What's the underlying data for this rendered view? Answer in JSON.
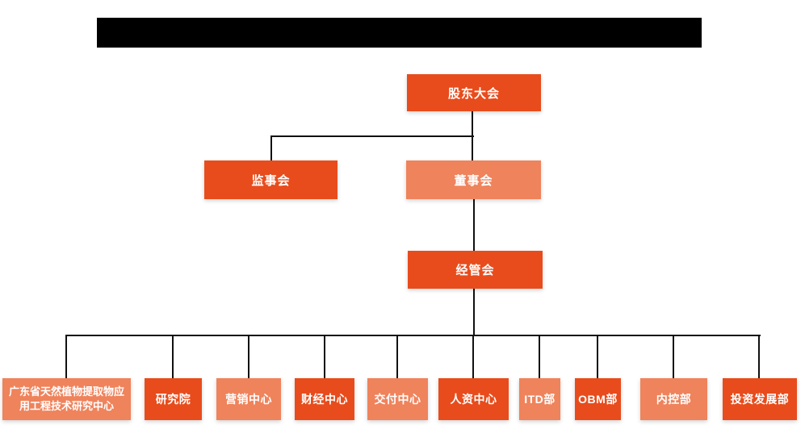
{
  "colors": {
    "primary": "#e84c1c",
    "secondary": "#ef835c",
    "connector": "#111111",
    "node_text": "#ffffff",
    "redacted_bar": "#000000"
  },
  "org": {
    "nodes": [
      {
        "id": "shareholders-meeting",
        "label": "股东大会",
        "level": 1,
        "variant": "primary",
        "parent": null
      },
      {
        "id": "supervisory-board",
        "label": "监事会",
        "level": 2,
        "variant": "primary",
        "parent": "shareholders-meeting"
      },
      {
        "id": "board-of-directors",
        "label": "董事会",
        "level": 2,
        "variant": "secondary",
        "parent": "shareholders-meeting"
      },
      {
        "id": "management-committee",
        "label": "经管会",
        "level": 3,
        "variant": "primary",
        "parent": "board-of-directors"
      },
      {
        "id": "gd-plant-extract-center",
        "label": "广东省天然植物提取物应用工程技术研究中心",
        "level": 4,
        "variant": "secondary",
        "parent": "management-committee"
      },
      {
        "id": "research-institute",
        "label": "研究院",
        "level": 4,
        "variant": "primary",
        "parent": "management-committee"
      },
      {
        "id": "marketing-center",
        "label": "营销中心",
        "level": 4,
        "variant": "secondary",
        "parent": "management-committee"
      },
      {
        "id": "finance-center",
        "label": "财经中心",
        "level": 4,
        "variant": "primary",
        "parent": "management-committee"
      },
      {
        "id": "delivery-center",
        "label": "交付中心",
        "level": 4,
        "variant": "secondary",
        "parent": "management-committee"
      },
      {
        "id": "hr-center",
        "label": "人资中心",
        "level": 4,
        "variant": "primary",
        "parent": "management-committee"
      },
      {
        "id": "itd-dept",
        "label": "ITD部",
        "level": 4,
        "variant": "secondary",
        "parent": "management-committee"
      },
      {
        "id": "obm-dept",
        "label": "OBM部",
        "level": 4,
        "variant": "primary",
        "parent": "management-committee"
      },
      {
        "id": "internal-control-dept",
        "label": "内控部",
        "level": 4,
        "variant": "secondary",
        "parent": "management-committee"
      },
      {
        "id": "investment-dev-dept",
        "label": "投资发展部",
        "level": 4,
        "variant": "primary",
        "parent": "management-committee"
      }
    ]
  }
}
